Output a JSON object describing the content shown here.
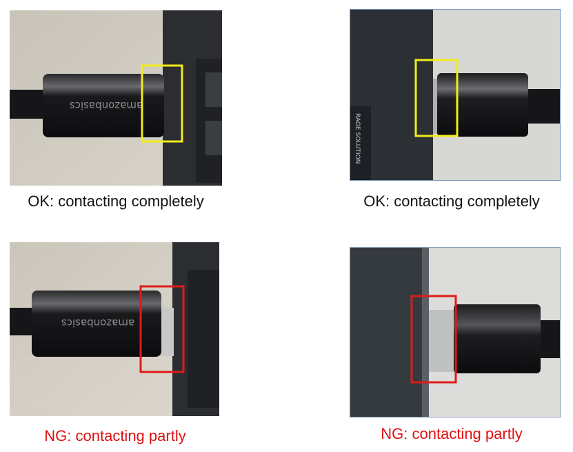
{
  "panels": [
    {
      "id": "top-left",
      "caption": "OK: contacting completely",
      "status": "OK",
      "highlight_color": "#f2ec1a",
      "cable_brand_text": "amazonbasics"
    },
    {
      "id": "top-right",
      "caption": "OK: contacting completely",
      "status": "OK",
      "highlight_color": "#f2ec1a",
      "label_text": "RAGE SOLUTION"
    },
    {
      "id": "bottom-left",
      "caption": "NG: contacting partly",
      "status": "NG",
      "highlight_color": "#e01a1a",
      "cable_brand_text": "amazonbasics"
    },
    {
      "id": "bottom-right",
      "caption": "NG: contacting partly",
      "status": "NG",
      "highlight_color": "#e01a1a"
    }
  ],
  "colors": {
    "ok_text": "#111111",
    "ng_text": "#e01010"
  }
}
